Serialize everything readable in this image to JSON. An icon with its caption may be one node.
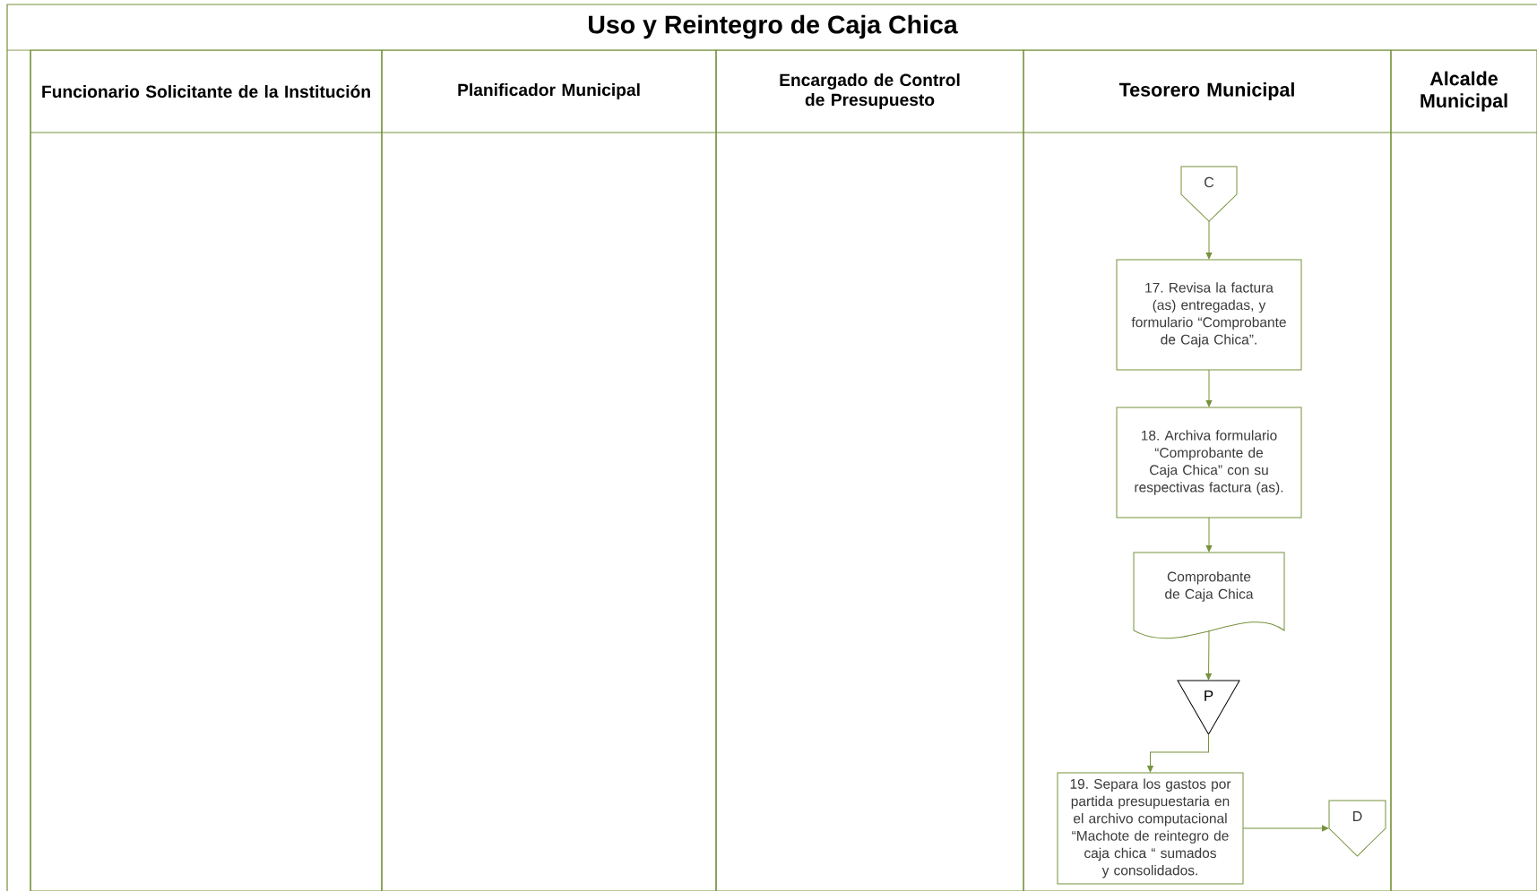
{
  "diagram": {
    "title": "Uso y Reintegro de Caja Chica",
    "nodes": [
      {
        "text": [
          "Funcionario Solicitante de la Institución"
        ]
      },
      {
        "text": [
          "Planificador Municipal"
        ]
      },
      {
        "text": [
          "Encargado de Control de Presupuesto"
        ]
      },
      {
        "text": [
          "Tesorero Municipal"
        ]
      },
      {
        "text": [
          "Alcalde Municipal"
        ]
      },
      {
        "text": [
          "C"
        ],
        "in": 3
      },
      {
        "text": [
          "17. Revisa la factura (as) entregadas, y formulario “Comprobante de Caja Chica”."
        ],
        "in": 3
      },
      {
        "text": [
          "18. Archiva formulario “Comprobante de Caja Chica” con su respectivas factura (as)."
        ],
        "in": 3
      },
      {
        "text": [
          "Comprobante de Caja Chica"
        ],
        "in": 3
      },
      {
        "text": [
          "P"
        ],
        "in": 3
      },
      {
        "text": [
          "19. Separa los gastos por partida presupuestaria en el archivo computacional “Machote de reintegro de caja chica “ sumados y consolidados."
        ],
        "in": 3
      },
      {
        "text": [
          "D"
        ],
        "in": 3
      }
    ],
    "edges": [
      {
        "from": 5,
        "to": 6,
        "arrow": "to"
      },
      {
        "from": 6,
        "to": 7,
        "arrow": "to"
      },
      {
        "from": 7,
        "to": 8,
        "arrow": "to"
      },
      {
        "from": 8,
        "to": 9,
        "arrow": "to"
      },
      {
        "from": 9,
        "to": 10,
        "arrow": "to"
      },
      {
        "from": 10,
        "to": 11,
        "arrow": "to"
      }
    ]
  }
}
